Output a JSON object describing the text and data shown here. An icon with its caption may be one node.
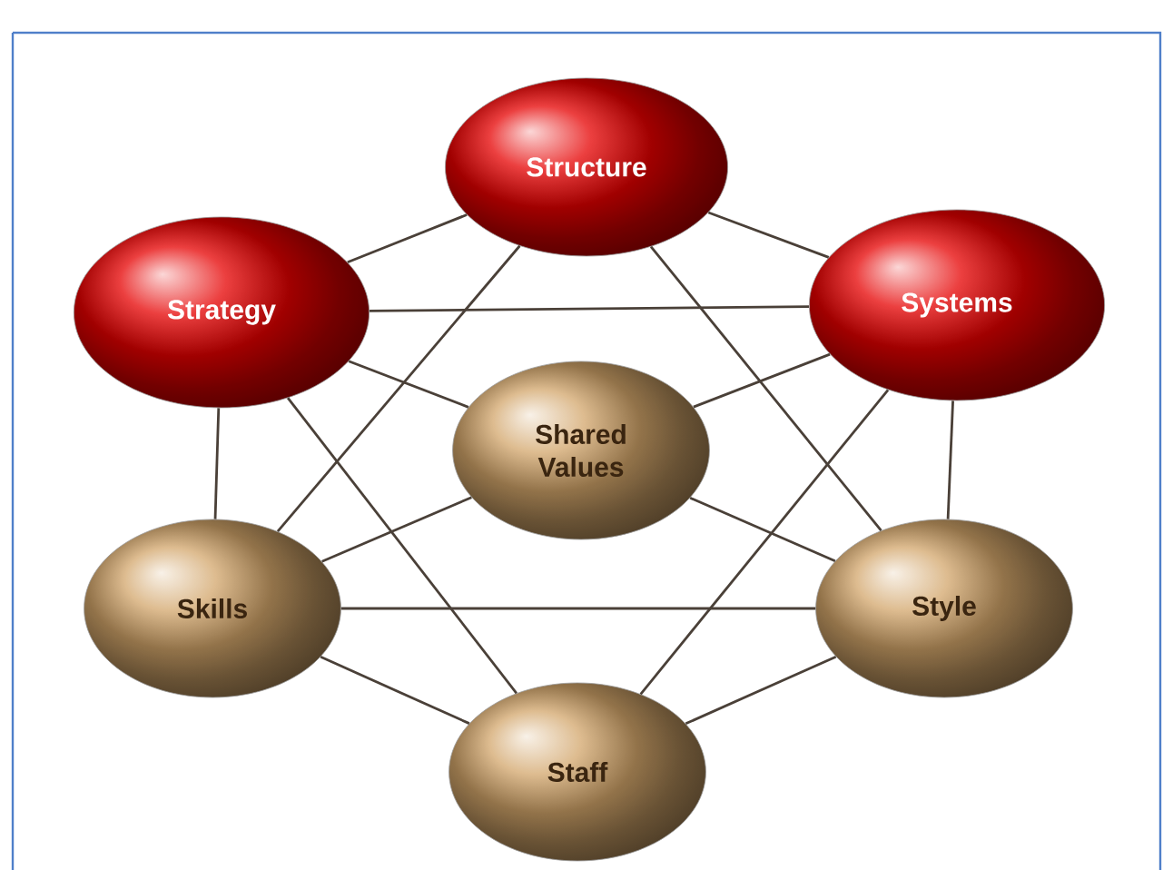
{
  "diagram": {
    "nodes": [
      {
        "text": [
          "Structure"
        ]
      },
      {
        "text": [
          "Strategy"
        ]
      },
      {
        "text": [
          "Systems"
        ]
      },
      {
        "text": [
          "Shared Values"
        ]
      },
      {
        "text": [
          "Skills"
        ]
      },
      {
        "text": [
          "Style"
        ]
      },
      {
        "text": [
          "Staff"
        ]
      }
    ],
    "edges": [
      {
        "from": 0,
        "to": 1,
        "arrow": "none"
      },
      {
        "from": 0,
        "to": 2,
        "arrow": "none"
      },
      {
        "from": 0,
        "to": 4,
        "arrow": "none"
      },
      {
        "from": 0,
        "to": 5,
        "arrow": "none"
      },
      {
        "from": 1,
        "to": 2,
        "arrow": "none"
      },
      {
        "from": 1,
        "to": 3,
        "arrow": "none"
      },
      {
        "from": 1,
        "to": 4,
        "arrow": "none"
      },
      {
        "from": 1,
        "to": 6,
        "arrow": "none"
      },
      {
        "from": 2,
        "to": 3,
        "arrow": "none"
      },
      {
        "from": 2,
        "to": 5,
        "arrow": "none"
      },
      {
        "from": 2,
        "to": 6,
        "arrow": "none"
      },
      {
        "from": 3,
        "to": 4,
        "arrow": "none"
      },
      {
        "from": 3,
        "to": 5,
        "arrow": "none"
      },
      {
        "from": 4,
        "to": 5,
        "arrow": "none"
      },
      {
        "from": 4,
        "to": 6,
        "arrow": "none"
      },
      {
        "from": 5,
        "to": 6,
        "arrow": "none"
      }
    ]
  }
}
